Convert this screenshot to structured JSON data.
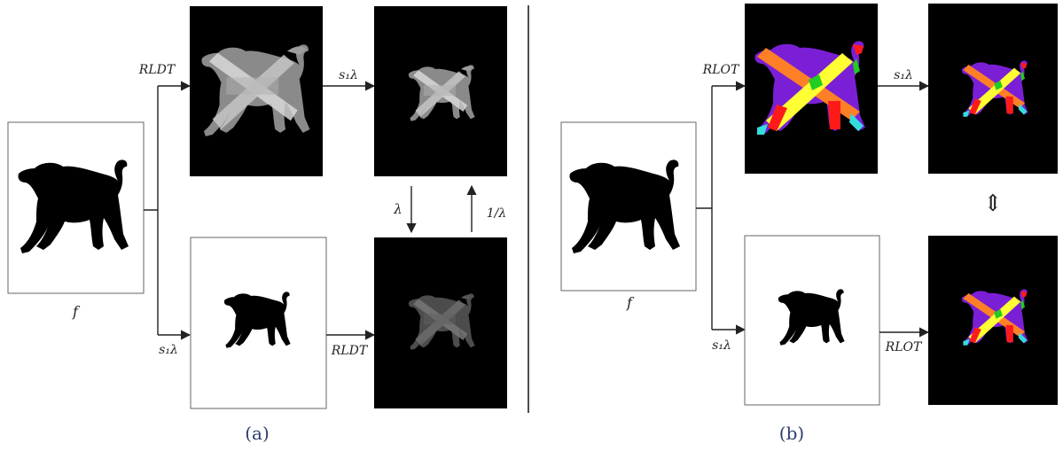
{
  "panel_a": {
    "input_label": "f",
    "top_transform_label": "RLDT",
    "scale_label_top": "s₁λ",
    "scale_label_bottom": "s₁λ",
    "bottom_transform_label": "RLDT",
    "down_arrow_label": "λ",
    "up_arrow_label": "1/λ",
    "caption": "(a)"
  },
  "panel_b": {
    "input_label": "f",
    "top_transform_label": "RLOT",
    "scale_label_top": "s₁λ",
    "scale_label_bottom": "s₁λ",
    "bottom_transform_label": "RLOT",
    "equivalence_symbol": "⇕",
    "caption": "(b)"
  },
  "colors": {
    "diagram_line": "#222222",
    "caption_text": "#2c3e6b",
    "segment_orange": "#ff7f27",
    "segment_purple": "#7b1fd6",
    "segment_yellow": "#ffff33",
    "segment_red": "#ff1a1a",
    "segment_green": "#22cc22",
    "segment_cyan": "#33dddd"
  }
}
